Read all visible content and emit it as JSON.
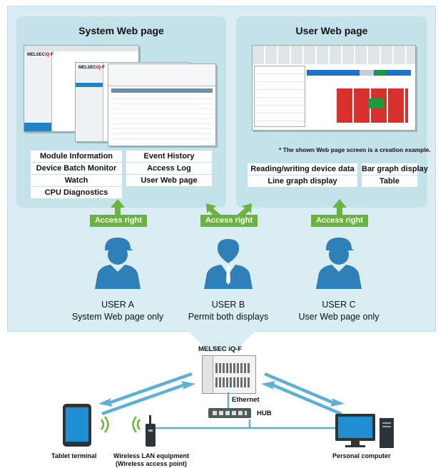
{
  "system_panel": {
    "title": "System Web page",
    "features": [
      "Module Information",
      "Event History",
      "Device Batch Monitor",
      "Access Log",
      "Watch",
      "User Web page",
      "CPU Diagnostics"
    ]
  },
  "user_panel": {
    "title": "User Web page",
    "note": "* The shown Web page screen is a creation example.",
    "features": [
      "Reading/writing device data",
      "Bar graph display",
      "Line graph display",
      "Table"
    ]
  },
  "access_label": "Access right",
  "users": [
    {
      "name": "USER A",
      "desc": "System Web page only"
    },
    {
      "name": "USER B",
      "desc": "Permit both displays"
    },
    {
      "name": "USER C",
      "desc": "User Web page only"
    }
  ],
  "network": {
    "plc": "MELSEC iQ-F",
    "ethernet": "Ethernet",
    "hub": "HUB",
    "tablet": "Tablet terminal",
    "wlan_line1": "Wireless LAN equipment",
    "wlan_line2": "(Wireless access point)",
    "pc": "Personal computer"
  },
  "colors": {
    "accent_green": "#6ab43e",
    "person_blue": "#2f7fb8",
    "panel_bg": "#c4e2ea",
    "outer_bg": "#d9edf3",
    "network_line": "#5ab0d6"
  }
}
